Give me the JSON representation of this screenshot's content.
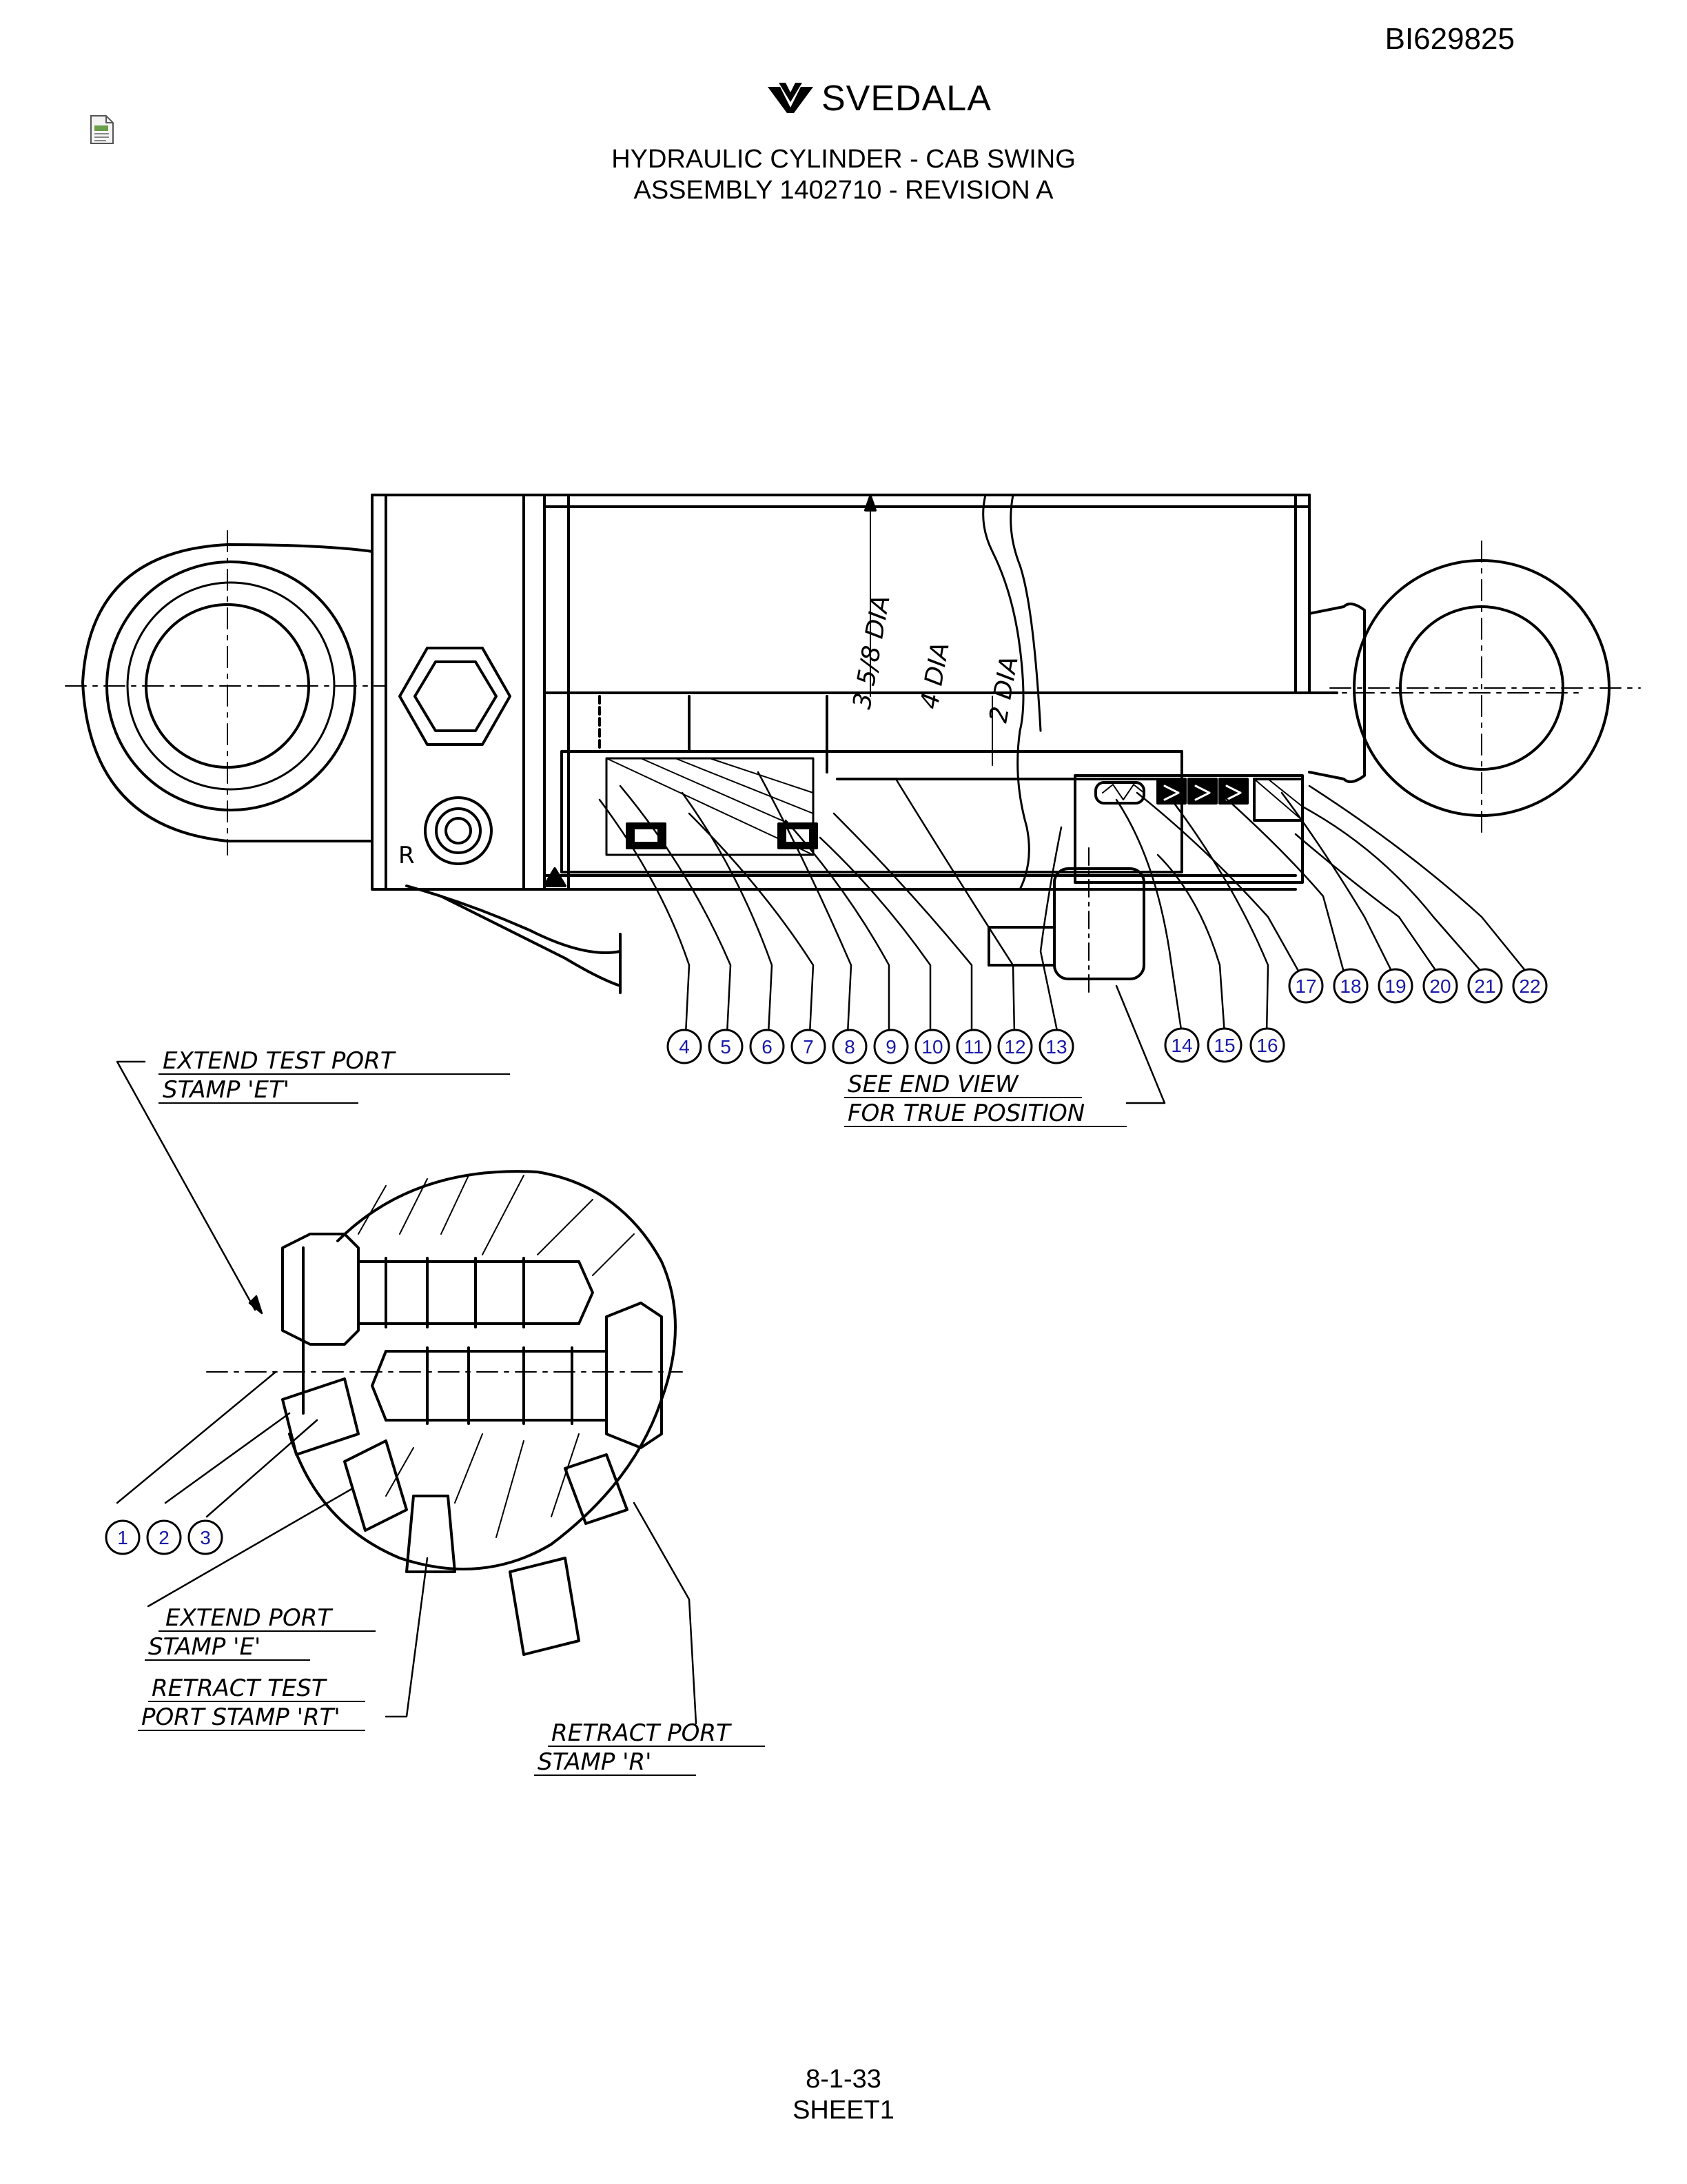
{
  "header": {
    "doc_id": "BI629825",
    "brand": "SVEDALA",
    "title_line1": "HYDRAULIC CYLINDER - CAB SWING",
    "title_line2": "ASSEMBLY 1402710 - REVISION A"
  },
  "drawing": {
    "dims": [
      "3 5/8 DIA",
      "4 DIA",
      "2 DIA"
    ],
    "port_mark": "R",
    "callouts_main": [
      "4",
      "5",
      "6",
      "7",
      "8",
      "9",
      "10",
      "11",
      "12",
      "13",
      "14",
      "15",
      "16"
    ],
    "callouts_upper": [
      "17",
      "18",
      "19",
      "20",
      "21",
      "22"
    ],
    "callouts_end_view": [
      "1",
      "2",
      "3"
    ],
    "notes": {
      "extend_test_port_1": "EXTEND TEST PORT",
      "extend_test_port_2": "STAMP 'ET'",
      "see_end_view_1": "SEE END VIEW",
      "see_end_view_2": "FOR TRUE POSITION",
      "extend_port_1": "EXTEND PORT",
      "extend_port_2": "STAMP 'E'",
      "retract_test_1": "RETRACT TEST",
      "retract_test_2": "PORT STAMP 'RT'",
      "retract_port_1": "RETRACT PORT",
      "retract_port_2": "STAMP 'R'"
    }
  },
  "footer": {
    "page": "8-1-33",
    "sheet": "SHEET1"
  },
  "colors": {
    "callout": "#1a1aa8",
    "line": "#000000"
  }
}
